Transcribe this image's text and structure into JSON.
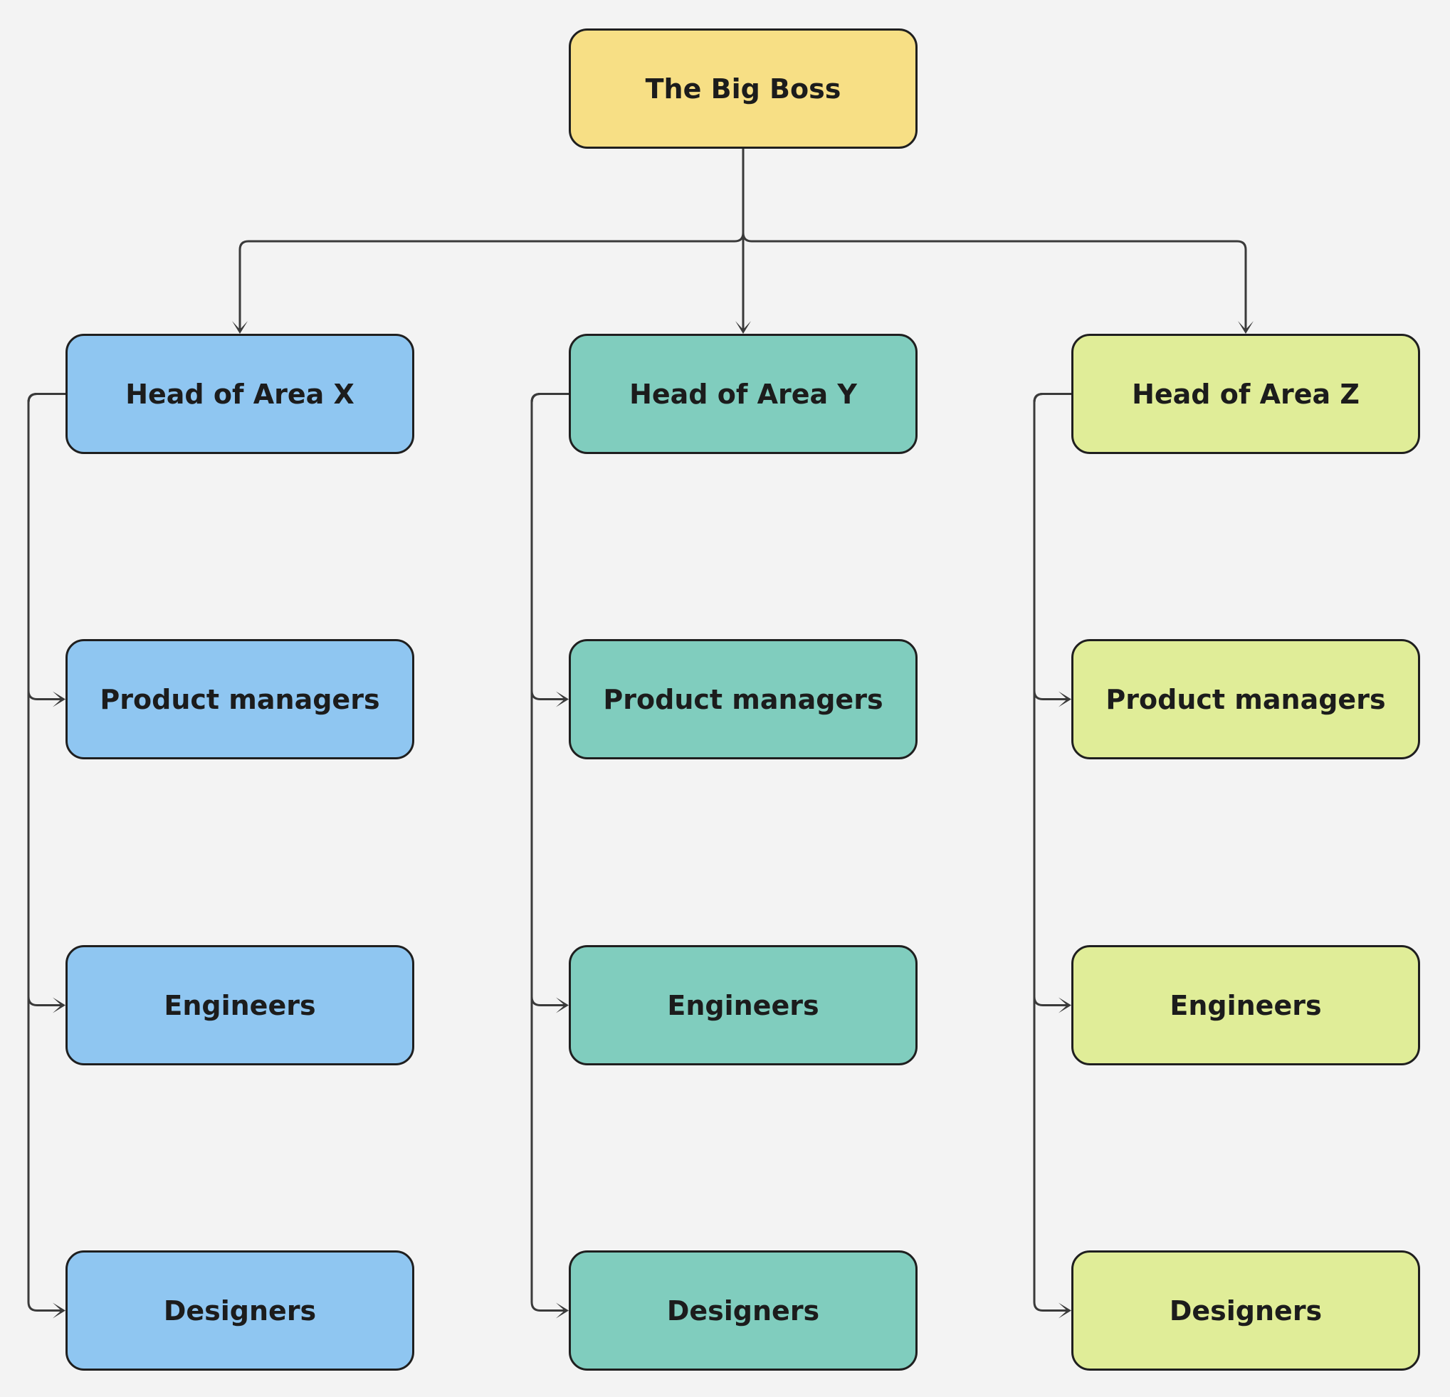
{
  "colors": {
    "background": "#f3f3f3",
    "root": "#f7df85",
    "area_x": "#8fc6f1",
    "area_y": "#80cdbe",
    "area_z": "#e0ed98",
    "connector": "#3a3a3a",
    "border": "#1f1f1f"
  },
  "root": {
    "label": "The Big Boss"
  },
  "areas": [
    {
      "head": "Head of Area X",
      "color_key": "area_x",
      "members": [
        "Product managers",
        "Engineers",
        "Designers"
      ]
    },
    {
      "head": "Head of Area Y",
      "color_key": "area_y",
      "members": [
        "Product managers",
        "Engineers",
        "Designers"
      ]
    },
    {
      "head": "Head of Area Z",
      "color_key": "area_z",
      "members": [
        "Product managers",
        "Engineers",
        "Designers"
      ]
    }
  ]
}
